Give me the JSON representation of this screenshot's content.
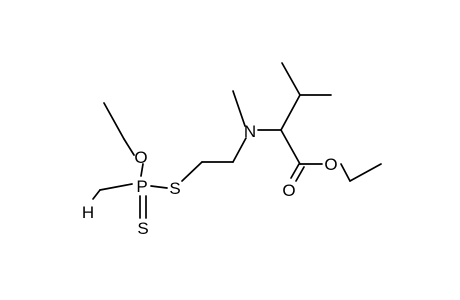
{
  "molecule": {
    "atoms": {
      "h": "H",
      "p": "P",
      "s_thione": "S",
      "o_ether": "O",
      "s_thio": "S",
      "n": "N",
      "o_carbonyl": "O",
      "o_ester": "O"
    }
  }
}
